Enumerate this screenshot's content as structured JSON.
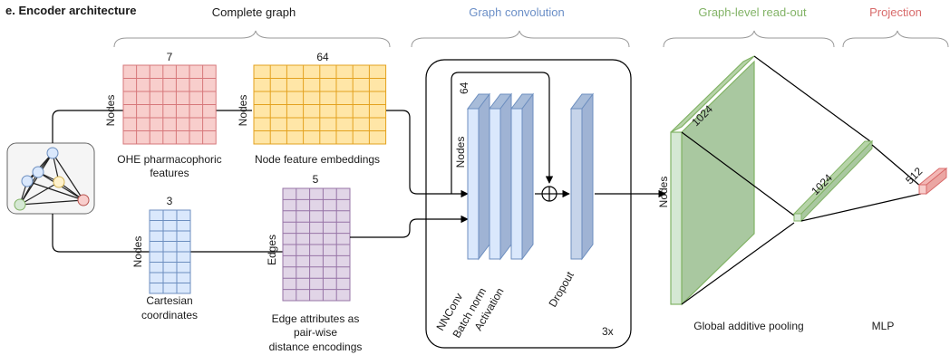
{
  "panel_title": "e. Encoder architecture",
  "sections": {
    "complete_graph": "Complete graph",
    "graph_convolution": "Graph convolution",
    "readout": "Graph-level read-out",
    "projection": "Projection"
  },
  "colors": {
    "convolution": "#6b8fc7",
    "readout": "#82b366",
    "projection": "#d86b6b",
    "ohe_fill": "#f8cecc",
    "ohe_stroke": "#d6777a",
    "emb_fill": "#ffe6a7",
    "emb_stroke": "#e3a11f",
    "coord_fill": "#dae8fc",
    "coord_stroke": "#6c8ebf",
    "edge_fill": "#e1d5e7",
    "edge_stroke": "#9673a6",
    "layer_fill": "#c6d4ea",
    "layer_stroke": "#6c8ebf",
    "pool_fill": "#a9c8a0",
    "pool_stroke": "#82b366"
  },
  "matrices": {
    "ohe": {
      "top": "7",
      "side": "Nodes",
      "caption1": "OHE pharmacophoric",
      "caption2": "features"
    },
    "embeddings": {
      "top": "64",
      "side": "Nodes",
      "caption1": "Node feature embeddings"
    },
    "coordinates": {
      "top": "3",
      "side": "Nodes",
      "caption1": "Cartesian",
      "caption2": "coordinates"
    },
    "edges": {
      "top": "5",
      "side": "Edges",
      "caption1": "Edge attributes as",
      "caption2": "pair-wise",
      "caption3": "distance encodings"
    }
  },
  "convolution": {
    "dim_top": "64",
    "dim_side": "Nodes",
    "layers": [
      "NNConv",
      "Batch norm",
      "Activation",
      "Dropout"
    ],
    "repeat": "3x"
  },
  "readout": {
    "dim_top": "1024",
    "dim_side": "Nodes",
    "vector_dim": "1024",
    "caption": "Global additive pooling"
  },
  "projection": {
    "dim": "512",
    "caption": "MLP"
  }
}
